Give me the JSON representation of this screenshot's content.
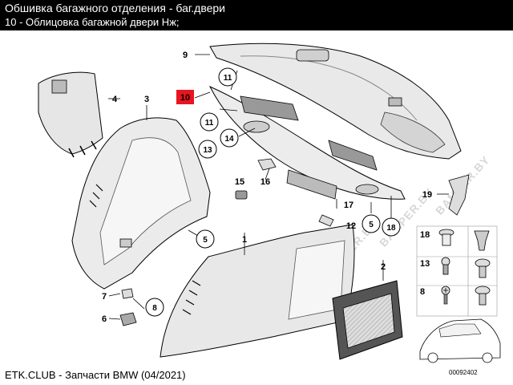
{
  "header": {
    "title": "Обшивка багажного отделения - баг.двери",
    "subtitle": "10 - Облицовка багажной двери Нж;"
  },
  "footer": {
    "text": "ETK.CLUB - Запчасти BMW (04/2021)",
    "doc_number": "00092402"
  },
  "watermark": {
    "text": "BAMPER.BY"
  },
  "callouts": {
    "c1": "1",
    "c2": "2",
    "c3": "3",
    "c4": "4",
    "c5a": "5",
    "c5b": "5",
    "c6": "6",
    "c7": "7",
    "c8": "8",
    "c9": "9",
    "c10": "10",
    "c11a": "11",
    "c11b": "11",
    "c12": "12",
    "c13": "13",
    "c14": "14",
    "c15": "15",
    "c16": "16",
    "c17": "17",
    "c18": "18",
    "c19": "19",
    "g18": "18",
    "g13": "13",
    "g8": "8"
  },
  "colors": {
    "highlight": "#e8141f",
    "line": "#000000",
    "part_fill": "#e9e9e9",
    "part_shade": "#bdbdbd"
  }
}
